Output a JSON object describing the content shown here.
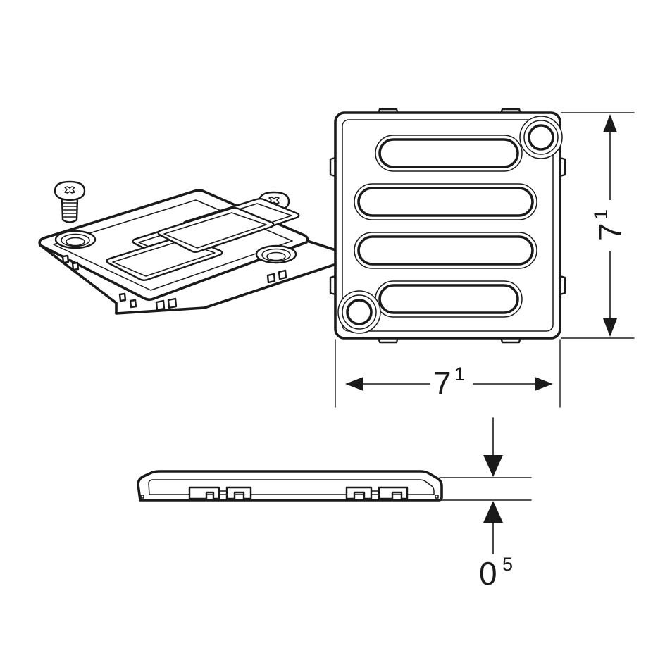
{
  "drawing": {
    "background_color": "#ffffff",
    "line_color": "#1a1a1a",
    "product": "square drain grate cover plate with two screws",
    "views": [
      {
        "id": "isometric",
        "name": "isometric-assembly-view",
        "label": ""
      },
      {
        "id": "plan",
        "name": "plan-top-view",
        "label": ""
      },
      {
        "id": "side",
        "name": "side-elevation-view",
        "label": ""
      }
    ]
  },
  "dimensions": {
    "width": {
      "value": "7",
      "superscript": "1",
      "full": "71",
      "orientation": "horizontal",
      "view": "plan"
    },
    "height": {
      "value": "7",
      "superscript": "1",
      "full": "71",
      "orientation": "vertical",
      "view": "plan"
    },
    "thickness": {
      "value": "0",
      "superscript": "5",
      "full": "05",
      "orientation": "vertical",
      "view": "side"
    }
  },
  "parts": {
    "grate": {
      "name": "grate-plate",
      "slot_count": 4,
      "screw_boss_count": 2,
      "edge_tab_count": 8
    },
    "screws": {
      "name": "phillips-pan-head-screw",
      "count": 2,
      "head_recess": "cross"
    }
  }
}
